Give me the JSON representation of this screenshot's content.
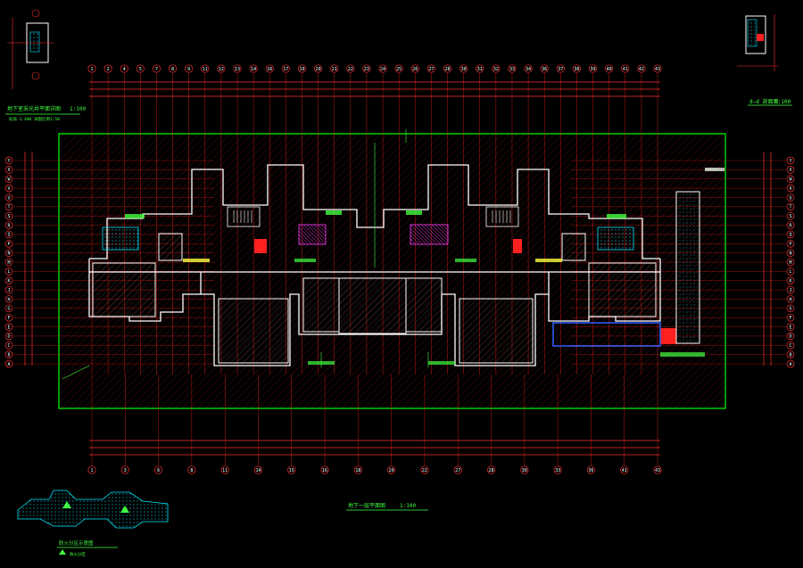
{
  "drawing": {
    "main_title": "地下一层平面图",
    "main_scale": "1:100",
    "detail_left_title": "地下室采光井平面详图",
    "detail_left_scale": "1:100",
    "detail_left_sub": "标高-1.400 详图比例1:50",
    "detail_right_title": "d—d 剖面图",
    "detail_right_scale": "1:100",
    "keyplan_title": "防火分区示意图",
    "keyplan_legend": "防火分区"
  },
  "grids": {
    "top": [
      "1",
      "2",
      "4",
      "5",
      "7",
      "8",
      "9",
      "11",
      "12",
      "13",
      "14",
      "16",
      "17",
      "19",
      "20",
      "21",
      "22",
      "23",
      "24",
      "25",
      "26",
      "27",
      "28",
      "30",
      "31",
      "32",
      "33",
      "34",
      "36",
      "37",
      "38",
      "39",
      "40",
      "41",
      "42",
      "43"
    ],
    "bottom": [
      "1",
      "3",
      "6",
      "8",
      "11",
      "14",
      "15",
      "16",
      "18",
      "20",
      "22",
      "27",
      "28",
      "30",
      "33",
      "36",
      "41",
      "43"
    ],
    "left_rows": [
      "A",
      "B",
      "C",
      "D",
      "E",
      "F",
      "G",
      "H",
      "J",
      "K",
      "L",
      "M",
      "N",
      "P",
      "Q",
      "R",
      "S",
      "T",
      "U",
      "V",
      "W",
      "X",
      "Y"
    ],
    "right_rows": [
      "A",
      "B",
      "C",
      "D",
      "E",
      "F",
      "G",
      "H",
      "J",
      "K",
      "L",
      "M",
      "N",
      "P",
      "Q",
      "R",
      "S",
      "T",
      "U",
      "V",
      "W",
      "X",
      "Y"
    ]
  },
  "colors": {
    "background": "#000000",
    "wall": "#ffffff",
    "grid": "#ff2020",
    "dimension": "#ff3030",
    "border": "#00ff00",
    "text_green": "#40ff40",
    "cyan": "#00e5ff",
    "magenta": "#ff40ff",
    "blue": "#3060ff",
    "yellow": "#ffff40"
  }
}
